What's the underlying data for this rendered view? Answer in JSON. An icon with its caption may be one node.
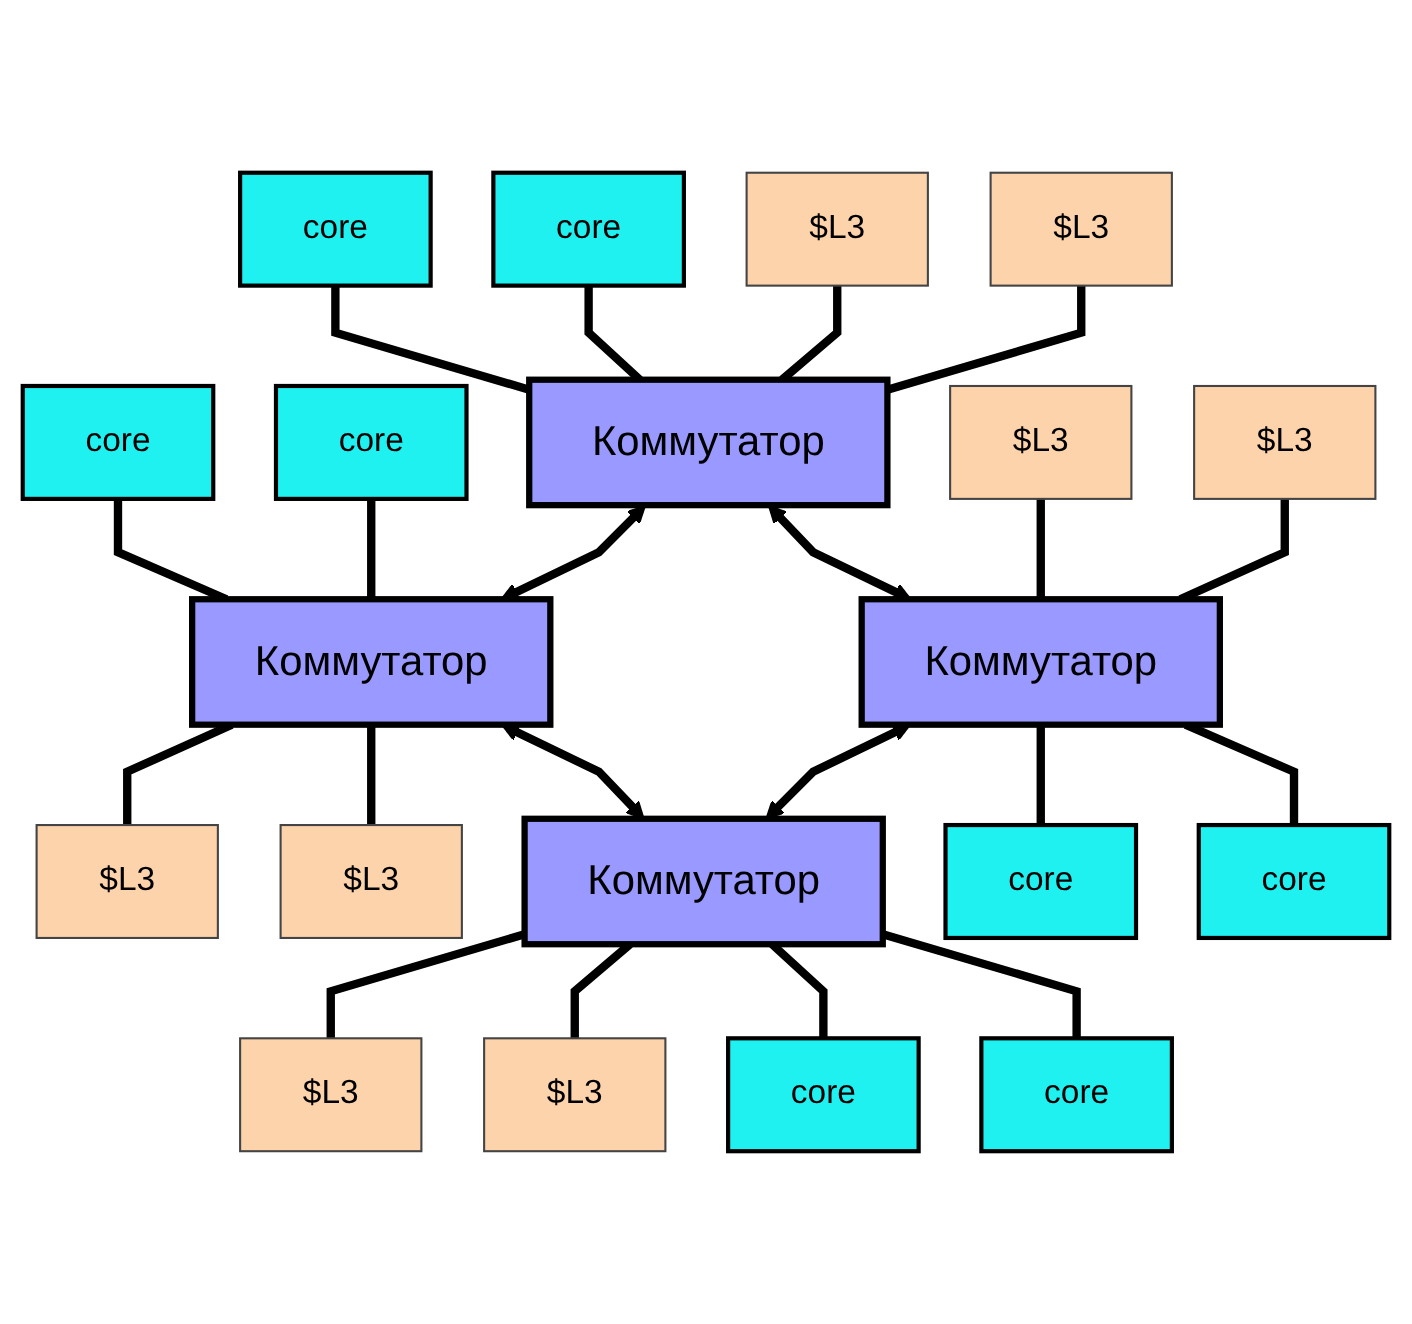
{
  "diagram": {
    "nodes": [
      {
        "text": [
          "core"
        ]
      },
      {
        "text": [
          "core"
        ]
      },
      {
        "text": [
          "core"
        ]
      },
      {
        "text": [
          "core"
        ]
      },
      {
        "text": [
          "$L3"
        ]
      },
      {
        "text": [
          "Коммутатор"
        ]
      },
      {
        "text": [
          "Коммутатор"
        ]
      },
      {
        "text": [
          "$L3"
        ]
      },
      {
        "text": [
          "$L3"
        ]
      },
      {
        "text": [
          "$L3"
        ]
      },
      {
        "text": [
          "$L3"
        ]
      },
      {
        "text": [
          "Коммутатор"
        ]
      },
      {
        "text": [
          "Коммутатор"
        ]
      },
      {
        "text": [
          "$L3"
        ]
      },
      {
        "text": [
          "$L3"
        ]
      },
      {
        "text": [
          "$L3"
        ]
      },
      {
        "text": [
          "core"
        ]
      },
      {
        "text": [
          "core"
        ]
      },
      {
        "text": [
          "core"
        ]
      },
      {
        "text": [
          "core"
        ]
      }
    ],
    "edges": [
      {
        "from": 0,
        "to": 5,
        "arrow": "none"
      },
      {
        "from": 1,
        "to": 5,
        "arrow": "none"
      },
      {
        "from": 2,
        "to": 6,
        "arrow": "none"
      },
      {
        "from": 3,
        "to": 6,
        "arrow": "none"
      },
      {
        "from": 4,
        "to": 5,
        "arrow": "none"
      },
      {
        "from": 8,
        "to": 5,
        "arrow": "none"
      },
      {
        "from": 6,
        "to": 7,
        "arrow": "none"
      },
      {
        "from": 6,
        "to": 9,
        "arrow": "none"
      },
      {
        "from": 5,
        "to": 6,
        "arrow": "both"
      },
      {
        "from": 5,
        "to": 11,
        "arrow": "both"
      },
      {
        "from": 6,
        "to": 12,
        "arrow": "both"
      },
      {
        "from": 11,
        "to": 12,
        "arrow": "both"
      },
      {
        "from": 10,
        "to": 11,
        "arrow": "none"
      },
      {
        "from": 14,
        "to": 11,
        "arrow": "none"
      },
      {
        "from": 12,
        "to": 13,
        "arrow": "none"
      },
      {
        "from": 12,
        "to": 15,
        "arrow": "none"
      },
      {
        "from": 11,
        "to": 16,
        "arrow": "none"
      },
      {
        "from": 11,
        "to": 17,
        "arrow": "none"
      },
      {
        "from": 12,
        "to": 18,
        "arrow": "none"
      },
      {
        "from": 12,
        "to": 19,
        "arrow": "none"
      }
    ]
  }
}
